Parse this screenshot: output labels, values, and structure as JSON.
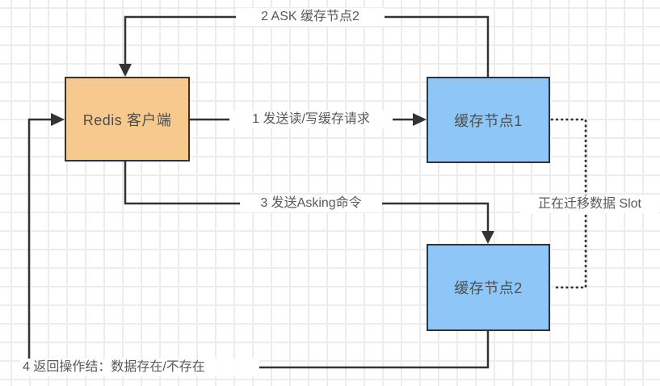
{
  "canvas": {
    "background_color": "#ffffff",
    "grid_color": "#ededed",
    "connector_color": "#333333",
    "label_text_color": "#595959"
  },
  "nodes": [
    {
      "label": "Redis 客户端",
      "fill_color": "#F8C98F",
      "border_color": "#333333"
    },
    {
      "label": "缓存节点1",
      "fill_color": "#8DC6F7",
      "border_color": "#333333"
    },
    {
      "label": "缓存节点2",
      "fill_color": "#8DC6F7",
      "border_color": "#333333"
    }
  ],
  "edges": [
    {
      "label": "1 发送读/写缓存请求",
      "from": "Redis 客户端",
      "to": "缓存节点1",
      "style": "solid-arrow"
    },
    {
      "label": "2 ASK 缓存节点2",
      "from": "缓存节点1",
      "to": "Redis 客户端",
      "style": "solid-arrow"
    },
    {
      "label": "3 发送Asking命令",
      "from": "Redis 客户端",
      "to": "缓存节点2",
      "style": "solid-arrow"
    },
    {
      "label": "4 返回操作结：数据存在/不存在",
      "from": "缓存节点2",
      "to": "Redis 客户端",
      "style": "solid-arrow"
    },
    {
      "label": "正在迁移数据 Slot",
      "from": "缓存节点1",
      "to": "缓存节点2",
      "style": "dotted"
    }
  ]
}
